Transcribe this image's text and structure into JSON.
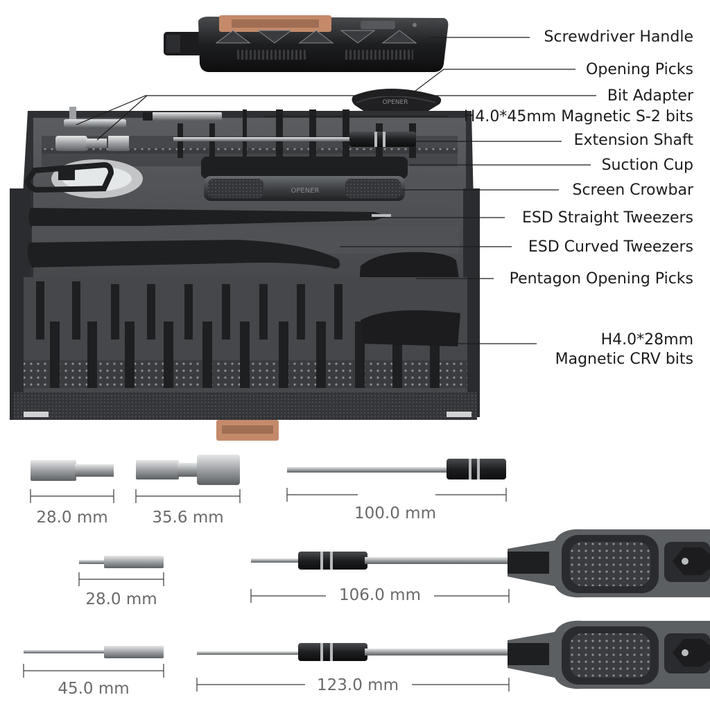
{
  "callouts": [
    {
      "id": "screwdriver-handle",
      "text": "Screwdriver Handle"
    },
    {
      "id": "opening-picks",
      "text": "Opening Picks"
    },
    {
      "id": "bit-adapter",
      "text": "Bit Adapter"
    },
    {
      "id": "s2-bits",
      "text": "H4.0*45mm Magnetic S-2 bits"
    },
    {
      "id": "extension-shaft",
      "text": "Extension Shaft"
    },
    {
      "id": "suction-cup",
      "text": "Suction Cup"
    },
    {
      "id": "screen-crowbar",
      "text": "Screen Crowbar"
    },
    {
      "id": "esd-straight-tweezers",
      "text": "ESD Straight Tweezers"
    },
    {
      "id": "esd-curved-tweezers",
      "text": "ESD Curved Tweezers"
    },
    {
      "id": "pentagon-opening-picks",
      "text": "Pentagon Opening Picks"
    },
    {
      "id": "crv-bits",
      "text": "H4.0*28mm",
      "text2": "Magnetic CRV bits"
    }
  ],
  "dimensions": {
    "bit_adapter_short": "28.0 mm",
    "bit_adapter_long": "35.6 mm",
    "extension_shaft": "100.0 mm",
    "crv_bit": "28.0 mm",
    "handle_with_crv_bit": "106.0 mm",
    "s2_bit": "45.0 mm",
    "handle_with_s2_bit": "123.0 mm"
  },
  "product_marks": {
    "pick_text": "OPENER",
    "crowbar_text": "OPENER"
  },
  "colors": {
    "tool_black": "#1f1f21",
    "tray_gray": "#4b4d50",
    "copper": "#c48a6a",
    "steel": "#b9bcbf"
  }
}
